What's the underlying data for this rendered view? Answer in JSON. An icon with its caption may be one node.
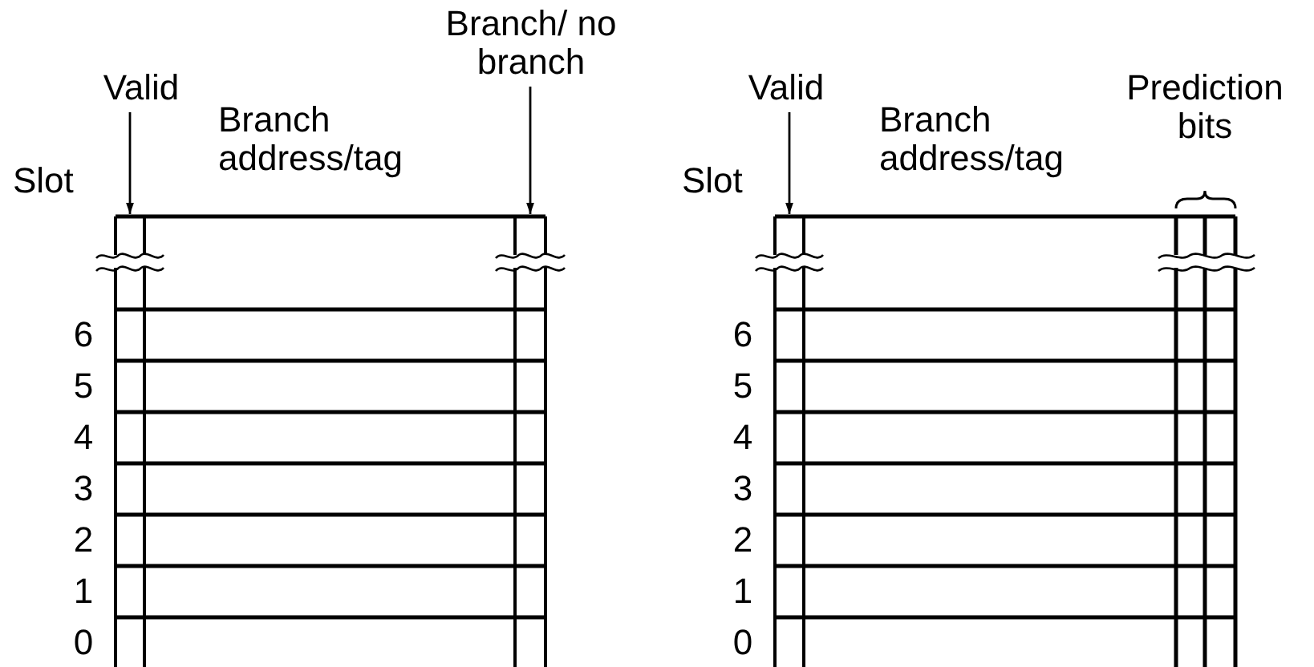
{
  "diagram": {
    "nodes": [
      {
        "text": [
          "Valid"
        ]
      },
      {
        "text": [],
        "shape": "box"
      },
      {
        "text": [
          "Branch/ no branch"
        ]
      },
      {
        "text": [],
        "shape": "box"
      },
      {
        "text": [
          "Valid"
        ]
      },
      {
        "text": [],
        "shape": "box"
      }
    ],
    "edges": [
      {
        "from": 0,
        "to": 1,
        "arrow": "to"
      },
      {
        "from": 2,
        "to": 3,
        "arrow": "to"
      },
      {
        "from": 4,
        "to": 5,
        "arrow": "to"
      }
    ],
    "labels": [
      "Branch address/tag",
      "Slot",
      "6",
      "5",
      "4",
      "3",
      "2",
      "1",
      "0",
      "Prediction bits",
      "Branch address/tag",
      "Slot",
      "6",
      "5",
      "4",
      "3",
      "2",
      "1",
      "0"
    ]
  }
}
